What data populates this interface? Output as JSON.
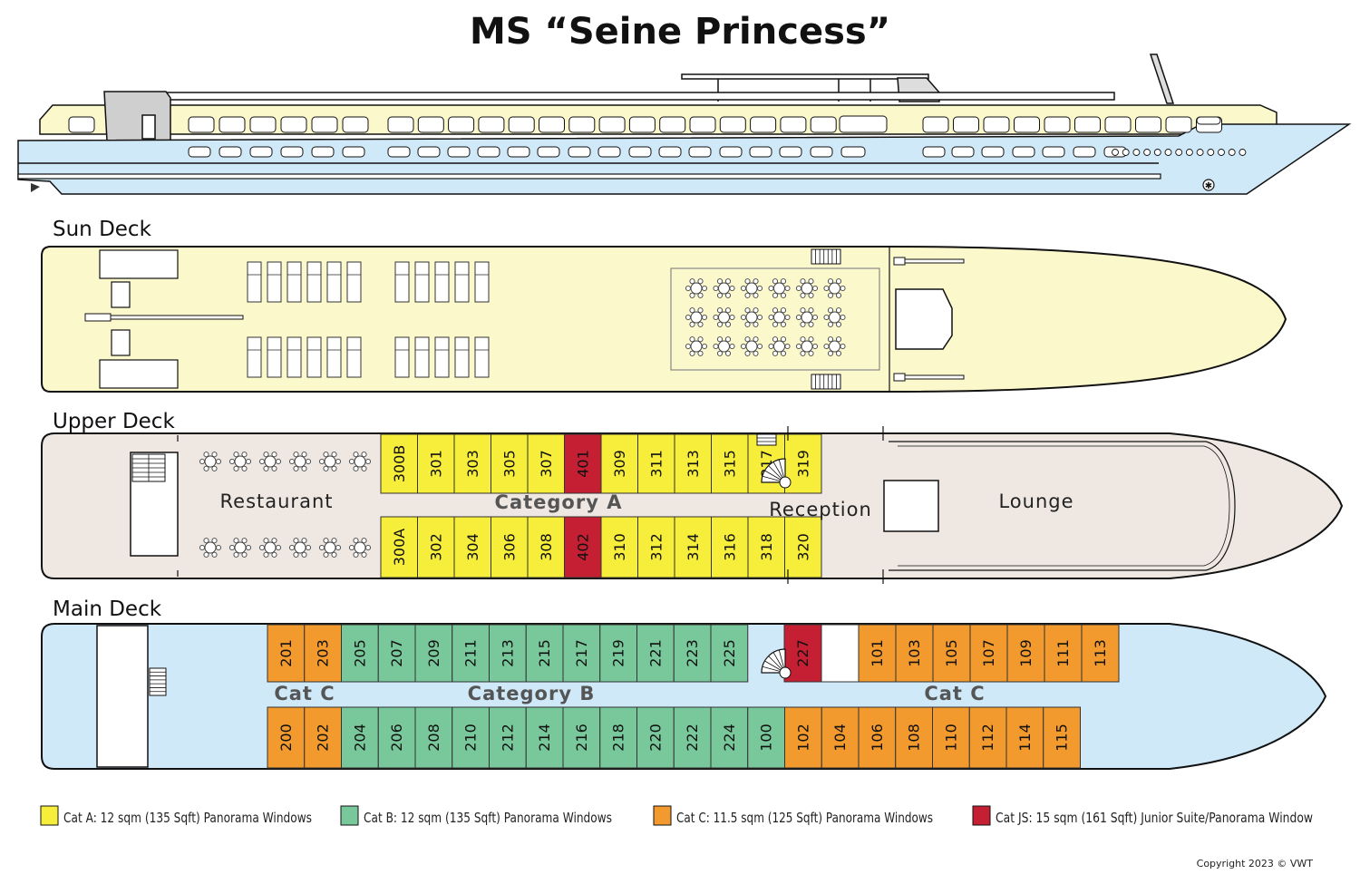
{
  "title": "MS “Seine Princess”",
  "copyright": "Copyright 2023 © VWT",
  "colors": {
    "cat_a": "#F6EE3A",
    "cat_b": "#78C89B",
    "cat_c": "#F29A2E",
    "cat_js": "#C41F33",
    "sun_deck": "#FBF8CC",
    "upper_deck": "#EFE8E2",
    "main_deck": "#CFE9F8",
    "outline": "#111111"
  },
  "decks": {
    "sun": {
      "label": "Sun Deck"
    },
    "upper": {
      "label": "Upper Deck",
      "restaurant": "Restaurant",
      "category": "Category A",
      "reception": "Reception",
      "lounge": "Lounge",
      "top_cabins": [
        {
          "n": "300B",
          "c": "a"
        },
        {
          "n": "301",
          "c": "a"
        },
        {
          "n": "303",
          "c": "a"
        },
        {
          "n": "305",
          "c": "a"
        },
        {
          "n": "307",
          "c": "a"
        },
        {
          "n": "401",
          "c": "js"
        },
        {
          "n": "309",
          "c": "a"
        },
        {
          "n": "311",
          "c": "a"
        },
        {
          "n": "313",
          "c": "a"
        },
        {
          "n": "315",
          "c": "a"
        },
        {
          "n": "317",
          "c": "a"
        },
        {
          "n": "319",
          "c": "a"
        }
      ],
      "bottom_cabins": [
        {
          "n": "300A",
          "c": "a"
        },
        {
          "n": "302",
          "c": "a"
        },
        {
          "n": "304",
          "c": "a"
        },
        {
          "n": "306",
          "c": "a"
        },
        {
          "n": "308",
          "c": "a"
        },
        {
          "n": "402",
          "c": "js"
        },
        {
          "n": "310",
          "c": "a"
        },
        {
          "n": "312",
          "c": "a"
        },
        {
          "n": "314",
          "c": "a"
        },
        {
          "n": "316",
          "c": "a"
        },
        {
          "n": "318",
          "c": "a"
        },
        {
          "n": "320",
          "c": "a"
        }
      ]
    },
    "main": {
      "label": "Main Deck",
      "cat_c_left": "Cat C",
      "category_b": "Category B",
      "cat_c_right": "Cat C",
      "top_left": [
        {
          "n": "201",
          "c": "c"
        },
        {
          "n": "203",
          "c": "c"
        },
        {
          "n": "205",
          "c": "b"
        },
        {
          "n": "207",
          "c": "b"
        },
        {
          "n": "209",
          "c": "b"
        },
        {
          "n": "211",
          "c": "b"
        },
        {
          "n": "213",
          "c": "b"
        },
        {
          "n": "215",
          "c": "b"
        },
        {
          "n": "217",
          "c": "b"
        },
        {
          "n": "219",
          "c": "b"
        },
        {
          "n": "221",
          "c": "b"
        },
        {
          "n": "223",
          "c": "b"
        },
        {
          "n": "225",
          "c": "b"
        }
      ],
      "top_right": [
        {
          "n": "227",
          "c": "js"
        },
        {
          "n": "",
          "c": "blank"
        },
        {
          "n": "101",
          "c": "c"
        },
        {
          "n": "103",
          "c": "c"
        },
        {
          "n": "105",
          "c": "c"
        },
        {
          "n": "107",
          "c": "c"
        },
        {
          "n": "109",
          "c": "c"
        },
        {
          "n": "111",
          "c": "c"
        },
        {
          "n": "113",
          "c": "c"
        }
      ],
      "bottom": [
        {
          "n": "200",
          "c": "c"
        },
        {
          "n": "202",
          "c": "c"
        },
        {
          "n": "204",
          "c": "b"
        },
        {
          "n": "206",
          "c": "b"
        },
        {
          "n": "208",
          "c": "b"
        },
        {
          "n": "210",
          "c": "b"
        },
        {
          "n": "212",
          "c": "b"
        },
        {
          "n": "214",
          "c": "b"
        },
        {
          "n": "216",
          "c": "b"
        },
        {
          "n": "218",
          "c": "b"
        },
        {
          "n": "220",
          "c": "b"
        },
        {
          "n": "222",
          "c": "b"
        },
        {
          "n": "224",
          "c": "b"
        },
        {
          "n": "100",
          "c": "b"
        },
        {
          "n": "102",
          "c": "c"
        },
        {
          "n": "104",
          "c": "c"
        },
        {
          "n": "106",
          "c": "c"
        },
        {
          "n": "108",
          "c": "c"
        },
        {
          "n": "110",
          "c": "c"
        },
        {
          "n": "112",
          "c": "c"
        },
        {
          "n": "114",
          "c": "c"
        },
        {
          "n": "115",
          "c": "c"
        }
      ]
    }
  },
  "legend": [
    {
      "key": "cat_a",
      "label": "Cat A: 12 sqm (135 Sqft) Panorama Windows"
    },
    {
      "key": "cat_b",
      "label": "Cat B: 12 sqm (135 Sqft) Panorama Windows"
    },
    {
      "key": "cat_c",
      "label": "Cat C: 11.5 sqm (125 Sqft) Panorama Windows"
    },
    {
      "key": "cat_js",
      "label": "Cat JS: 15 sqm (161 Sqft) Junior Suite/Panorama Window"
    }
  ]
}
